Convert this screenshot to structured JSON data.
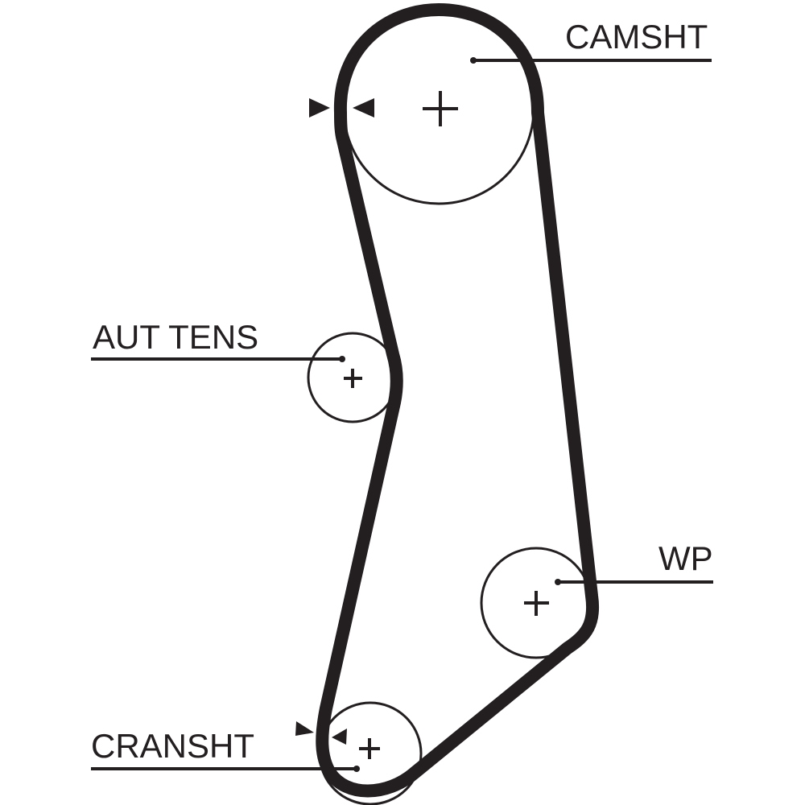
{
  "diagram": {
    "type": "timing-belt-routing",
    "labels": {
      "camshaft": "CAMSHT",
      "tensioner": "AUT TENS",
      "water_pump": "WP",
      "crankshaft": "CRANSHT"
    },
    "colors": {
      "ink": "#231f20",
      "background": "#ffffff"
    },
    "components": [
      {
        "id": "camshaft",
        "label": "CAMSHT",
        "kind": "pulley",
        "timing_marks": true
      },
      {
        "id": "tensioner",
        "label": "AUT TENS",
        "kind": "idler",
        "timing_marks": false
      },
      {
        "id": "water_pump",
        "label": "WP",
        "kind": "pulley",
        "timing_marks": false
      },
      {
        "id": "crankshaft",
        "label": "CRANSHT",
        "kind": "pulley",
        "timing_marks": true
      }
    ]
  }
}
